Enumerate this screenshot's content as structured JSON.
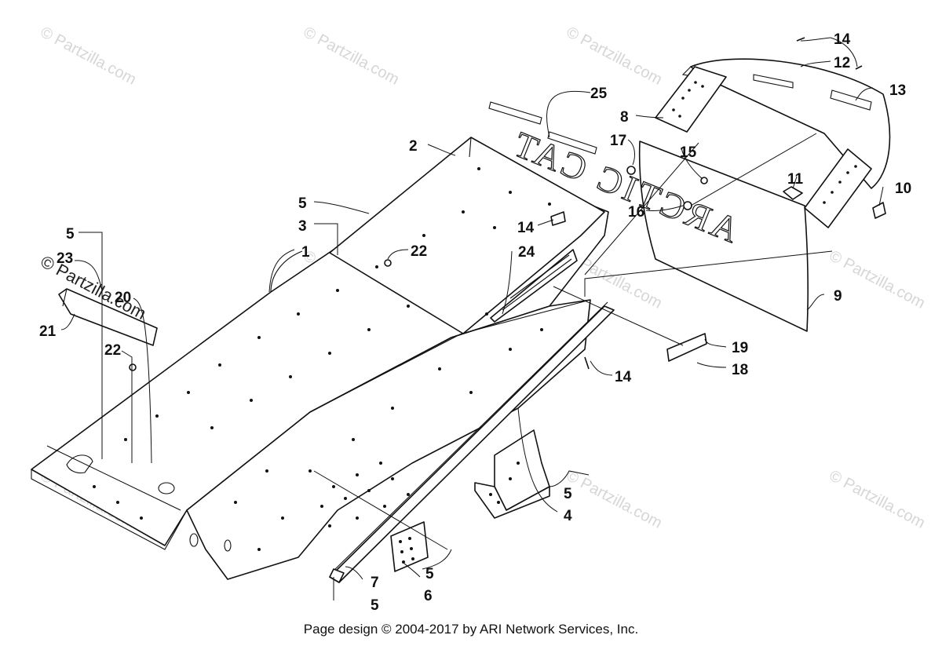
{
  "watermark": "© Partzilla.com",
  "footer": "Page design © 2004-2017 by ARI Network Services, Inc.",
  "flap_lettering": "ARCTIC CAT",
  "callouts": {
    "c1": "1",
    "c2": "2",
    "c3": "3",
    "c4": "4",
    "c5a": "5",
    "c5b": "5",
    "c5c": "5",
    "c5d": "5",
    "c5e": "5",
    "c6": "6",
    "c7": "7",
    "c8": "8",
    "c9": "9",
    "c10": "10",
    "c11": "11",
    "c12": "12",
    "c13": "13",
    "c14a": "14",
    "c14b": "14",
    "c14c": "14",
    "c15": "15",
    "c16": "16",
    "c17": "17",
    "c18": "18",
    "c19": "19",
    "c20": "20",
    "c21": "21",
    "c22a": "22",
    "c22b": "22",
    "c23": "23",
    "c24": "24",
    "c25": "25"
  }
}
